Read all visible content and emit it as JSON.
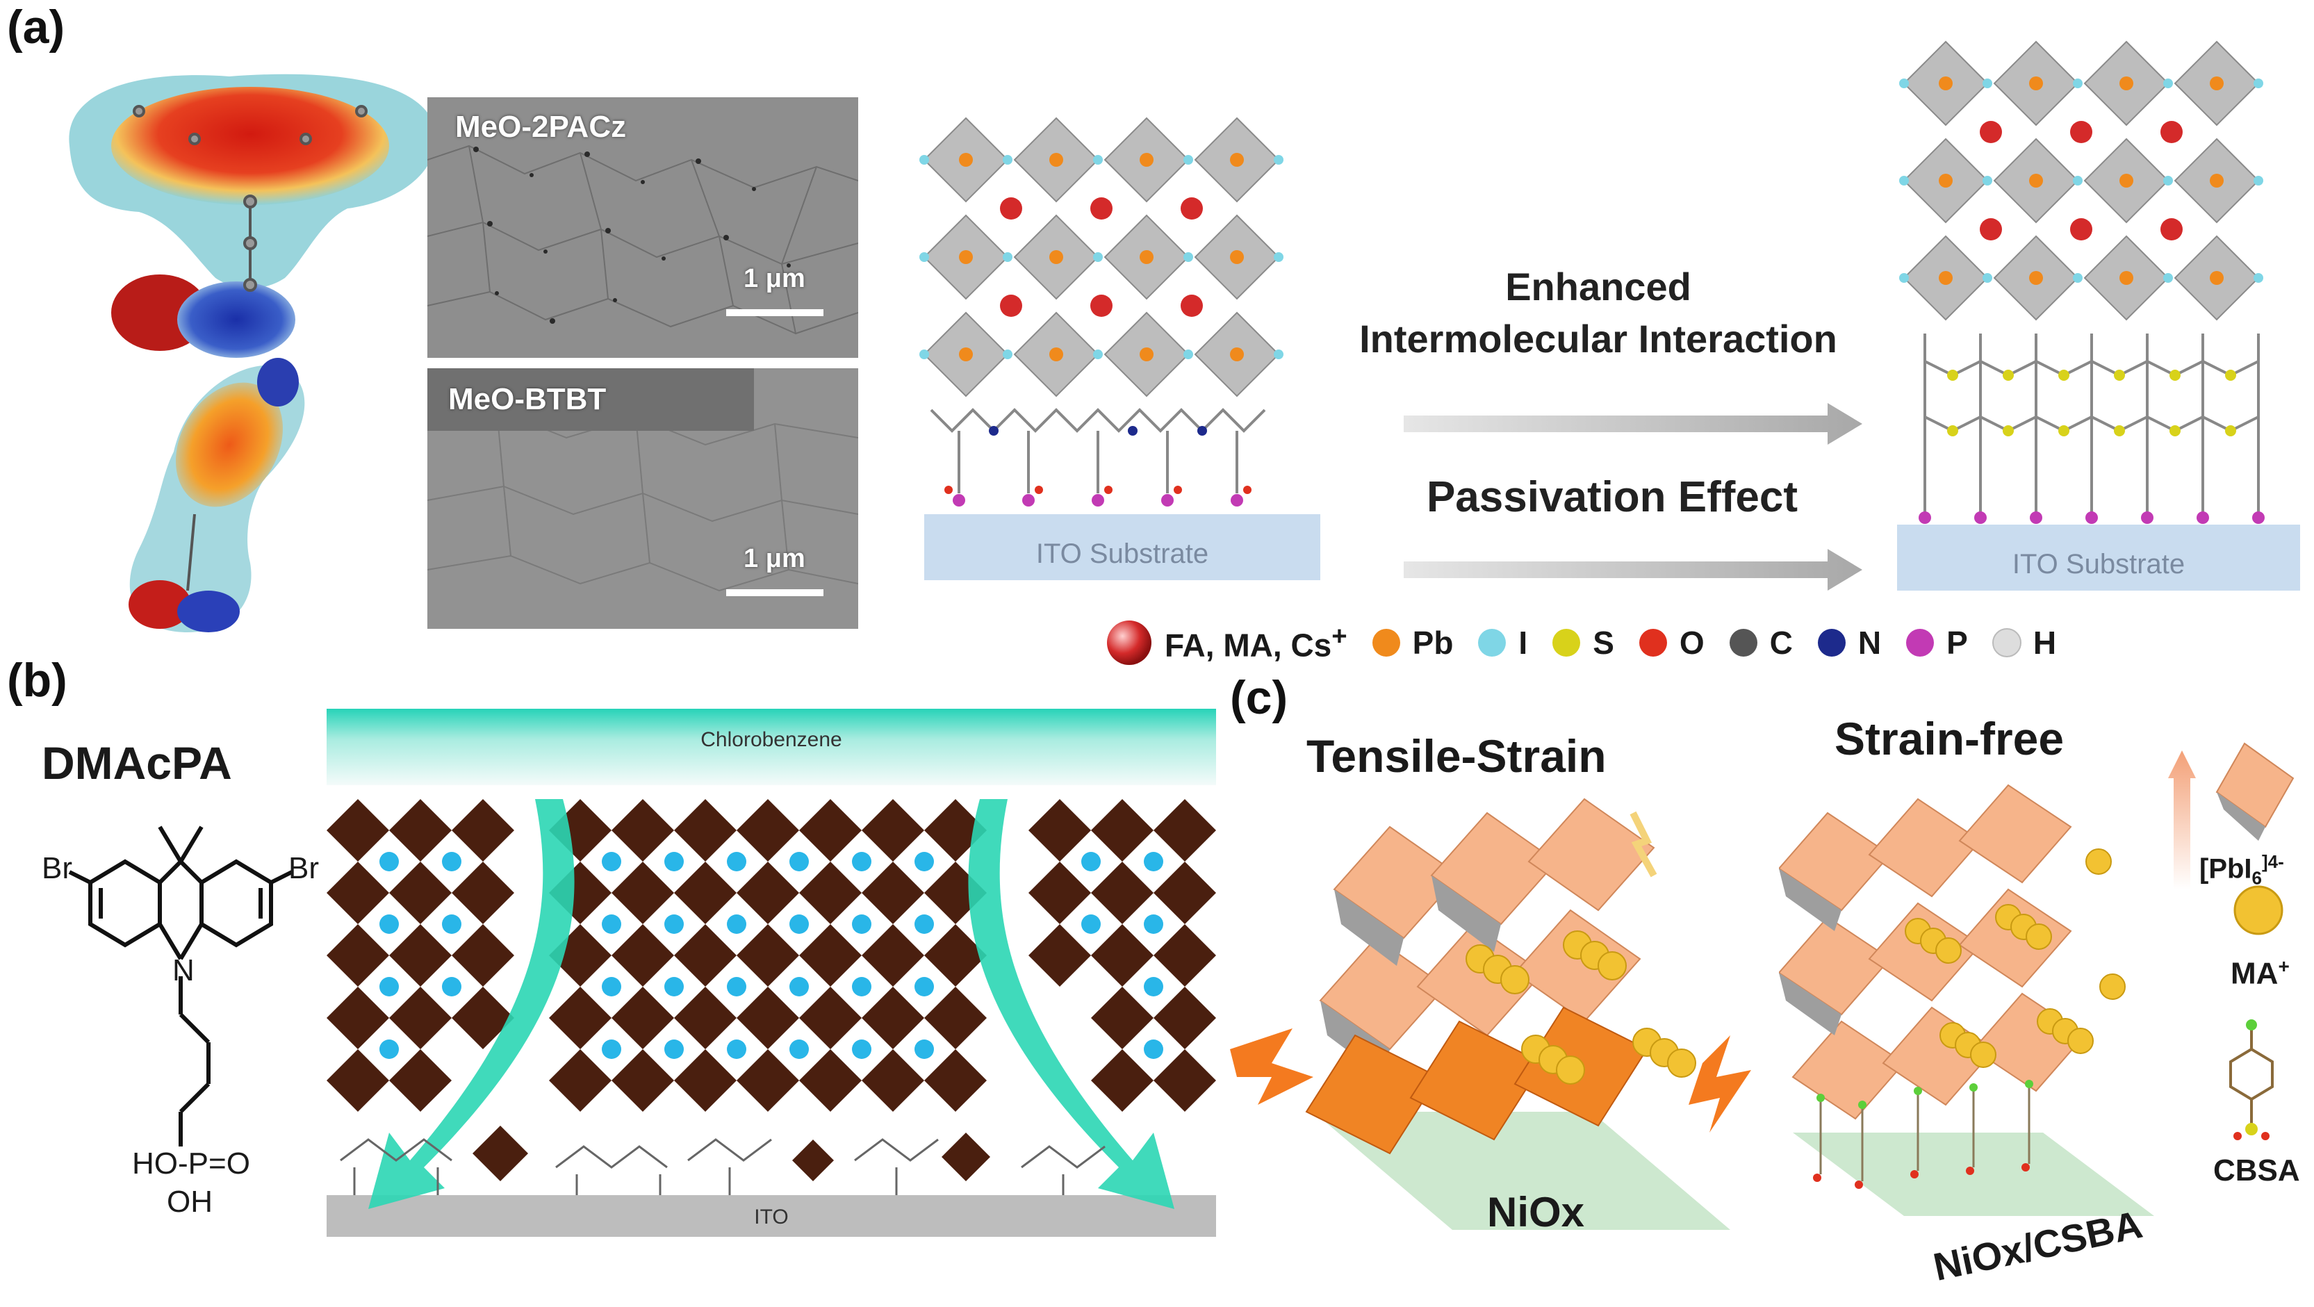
{
  "panels": {
    "a": "(a)",
    "b": "(b)",
    "c": "(c)"
  },
  "panel_a": {
    "sem_top_label": "MeO-2PACz",
    "sem_bottom_label": "MeO-BTBT",
    "scalebar_top": "1 μm",
    "scalebar_bottom": "1 μm",
    "arrow_top_line1": "Enhanced",
    "arrow_top_line2": "Intermolecular Interaction",
    "arrow_bottom": "Passivation Effect",
    "substrate_left": "ITO Substrate",
    "substrate_right": "ITO Substrate",
    "legend": [
      {
        "label": "FA, MA, Cs",
        "sup": "+",
        "color": "#d42a2a"
      },
      {
        "label": "Pb",
        "sup": "",
        "color": "#f08a1c"
      },
      {
        "label": "I",
        "sup": "",
        "color": "#7fd6e6"
      },
      {
        "label": "S",
        "sup": "",
        "color": "#d8d21a"
      },
      {
        "label": "O",
        "sup": "",
        "color": "#e0301e"
      },
      {
        "label": "C",
        "sup": "",
        "color": "#555555"
      },
      {
        "label": "N",
        "sup": "",
        "color": "#1d2a8c"
      },
      {
        "label": "P",
        "sup": "",
        "color": "#c23ab4"
      },
      {
        "label": "H",
        "sup": "",
        "color": "#dddddd"
      }
    ]
  },
  "panel_b": {
    "molecule_name": "DMAcPA",
    "br_left": "Br",
    "br_right": "Br",
    "n_atom": "N",
    "phosphonic": "HO-P=O",
    "oh": "OH",
    "solvent_label": "Chlorobenzene",
    "substrate": "ITO"
  },
  "panel_c": {
    "title_left": "Tensile-Strain",
    "title_right": "Strain-free",
    "substrate_left": "NiOx",
    "substrate_right": "NiOx/CSBA",
    "legend_octahedron": "[PbI",
    "legend_octahedron_sub": "6",
    "legend_octahedron_sup": "]4-",
    "legend_ma": "MA",
    "legend_ma_sup": "+",
    "legend_cbsa": "CBSA"
  },
  "colors": {
    "perovskite_brown": "#4a1f0f",
    "cyan_arrow": "#2bd6b4",
    "substrate_blue": "#c9dcef",
    "octahedron_orange": "#f29a5e",
    "ma_yellow": "#f2c232",
    "lightning": "#f47a1f"
  }
}
